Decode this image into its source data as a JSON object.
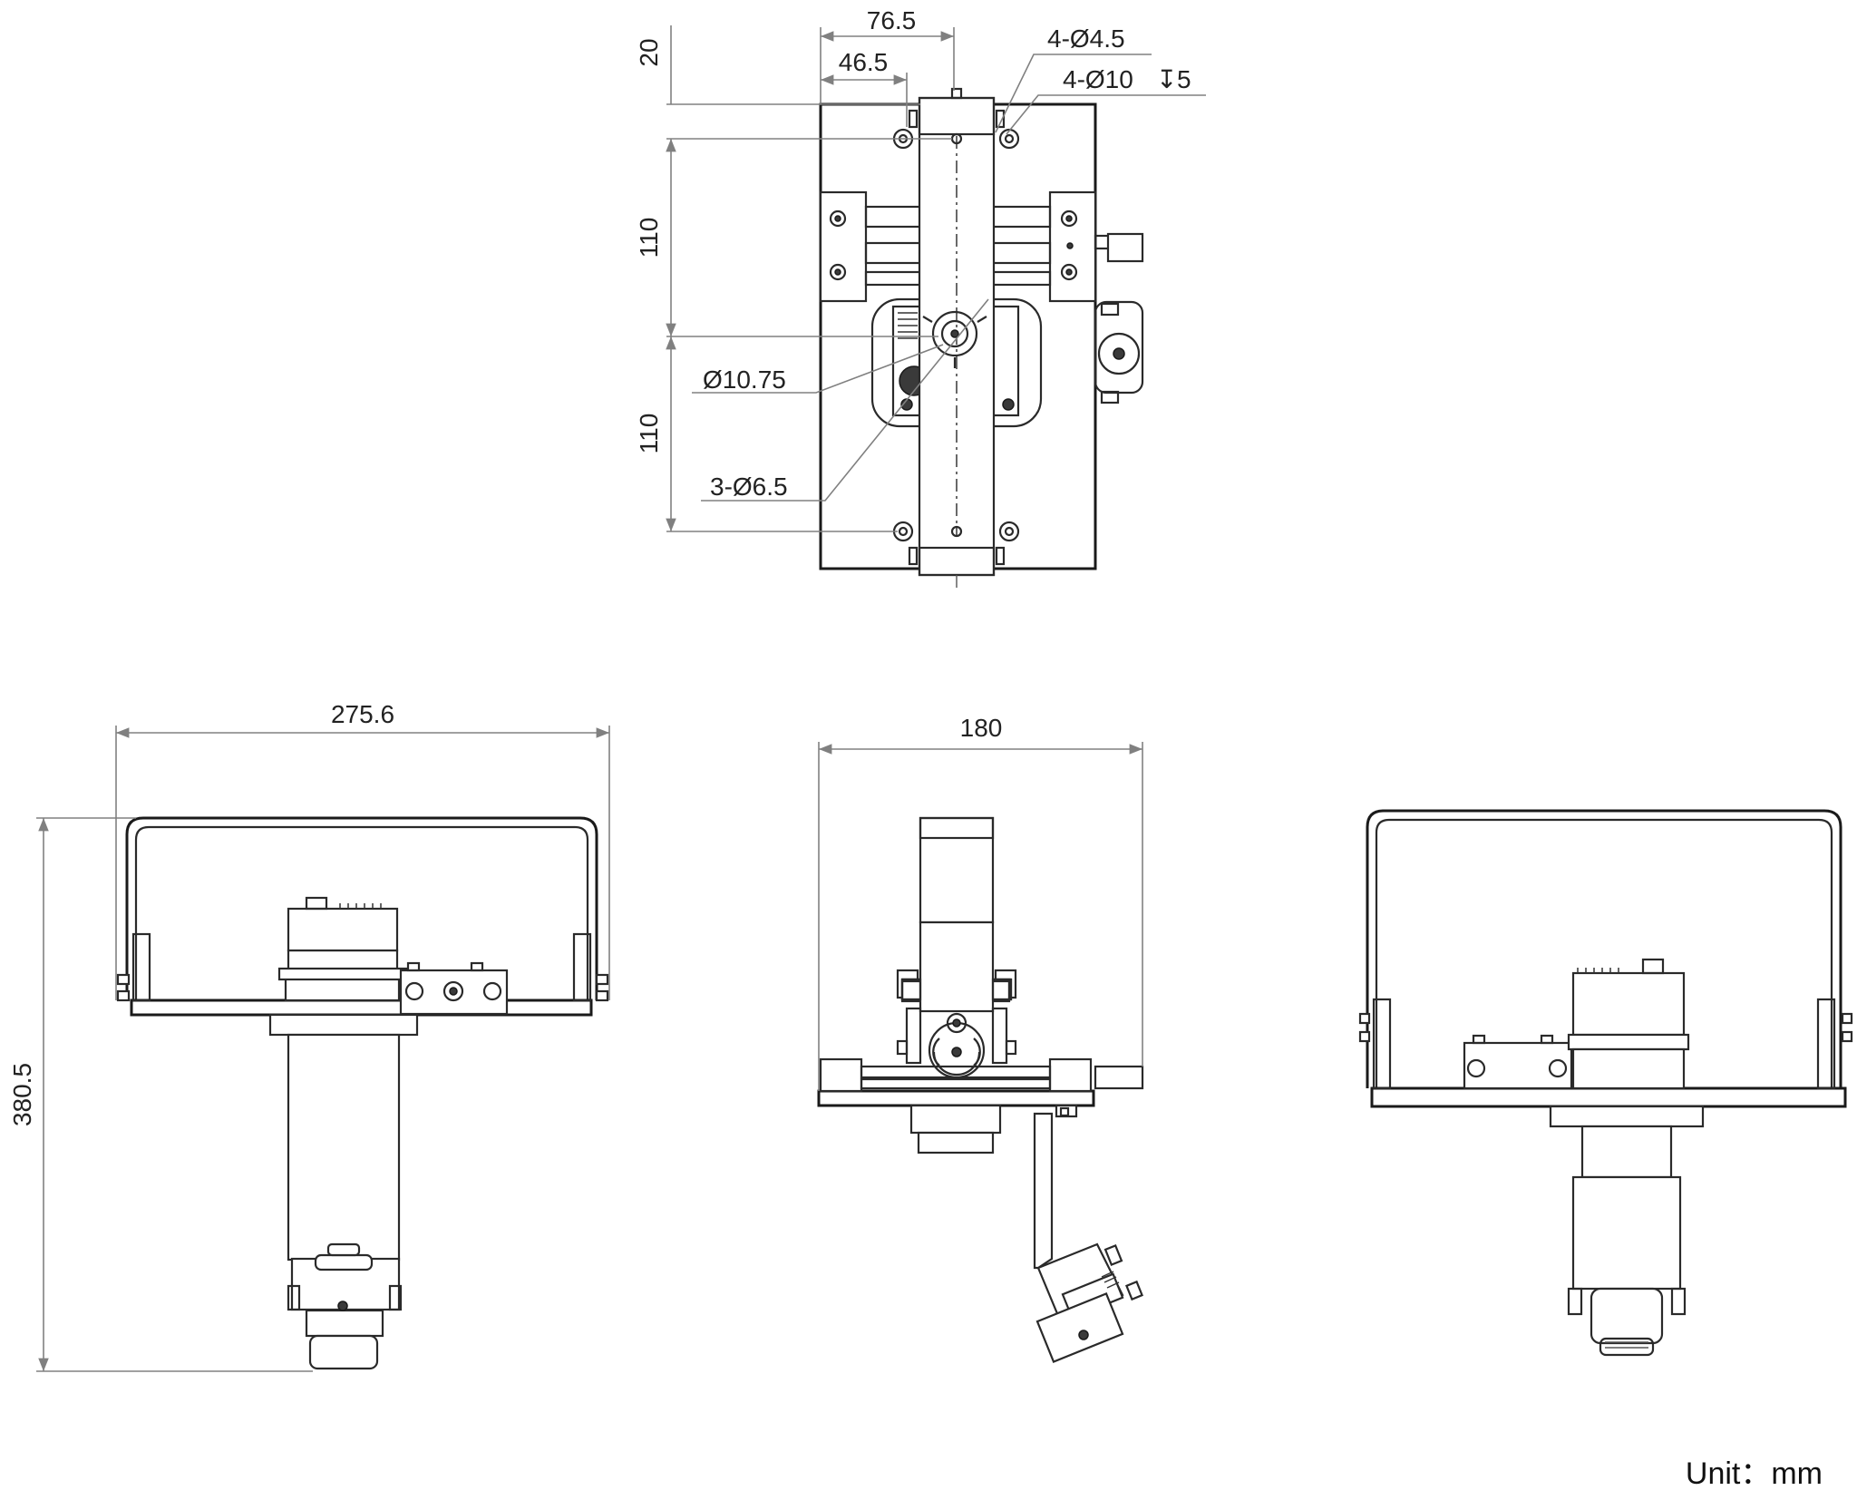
{
  "dimensions": {
    "top_width_outer": "76.5",
    "top_width_inner": "46.5",
    "top_offset": "20",
    "hole_small": "4-Ø4.5",
    "hole_counterbore": "4-Ø10",
    "hole_counterbore_depth": "5",
    "span_upper": "110",
    "span_lower": "110",
    "center_hole": "Ø10.75",
    "mount_holes": "3-Ø6.5",
    "front_width": "275.6",
    "front_height": "380.5",
    "side_width": "180"
  },
  "unit_label": "Unit：mm"
}
